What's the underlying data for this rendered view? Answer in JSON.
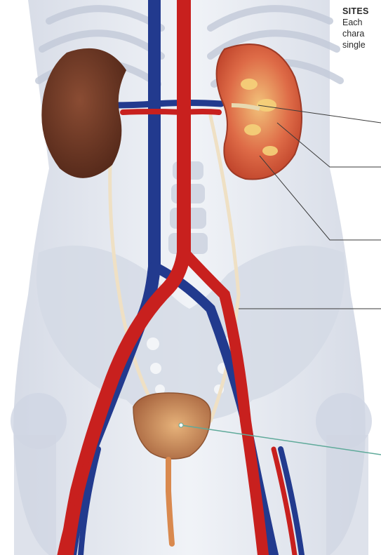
{
  "caption": {
    "title": "SITES",
    "lines": [
      "Each",
      "chara",
      "single"
    ]
  },
  "colors": {
    "background": "#ffffff",
    "body_silhouette": "#dfe4ee",
    "artery": "#c8201e",
    "vein": "#223a8e",
    "ureter": "#efe0c4",
    "kidney_left": "#6e3a26",
    "kidney_right": "#d85a3a",
    "bladder": "#c98c63",
    "leader_line": "#3a3a3a",
    "highlight_leader": "#5faa9a"
  },
  "illustration": {
    "subject": "urinary-system-anatomy"
  }
}
